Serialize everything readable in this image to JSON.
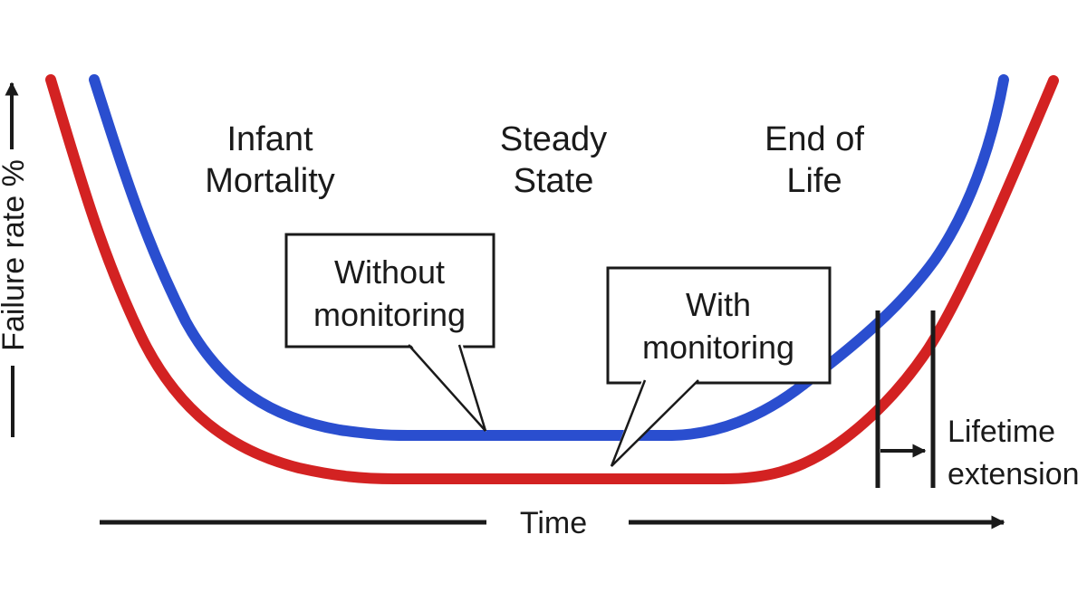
{
  "figure": {
    "y_axis": {
      "label": "Failure rate %"
    },
    "x_axis": {
      "label": "Time"
    },
    "phases": [
      {
        "line1": "Infant",
        "line2": "Mortality"
      },
      {
        "line1": "Steady",
        "line2": "State"
      },
      {
        "line1": "End of",
        "line2": "Life"
      }
    ],
    "callouts": [
      {
        "line1": "Without",
        "line2": "monitoring"
      },
      {
        "line1": "With",
        "line2": "monitoring"
      }
    ],
    "annotation": {
      "line1": "Lifetime",
      "line2": "extension"
    },
    "colors": {
      "without_monitoring_curve": "#2a4ecf",
      "with_monitoring_curve": "#d32222",
      "ink": "#1a1a1a"
    }
  }
}
